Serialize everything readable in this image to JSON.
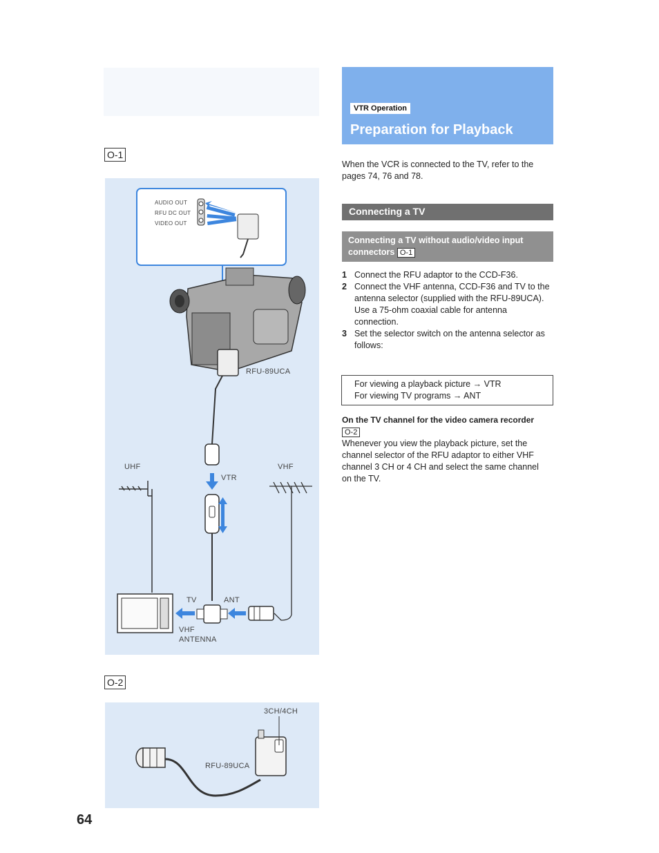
{
  "page_number": "64",
  "figures": {
    "o1_label": "O-1",
    "o2_label": "O-2",
    "o1": {
      "port_labels": [
        "AUDIO OUT",
        "RFU DC OUT",
        "VIDEO OUT"
      ],
      "rfu_label": "RFU-89UCA",
      "uhf_label": "UHF",
      "vhf_label": "VHF",
      "vtr_label": "VTR",
      "tv_label": "TV",
      "ant_label": "ANT",
      "vhf_antenna_label_1": "VHF",
      "vhf_antenna_label_2": "ANTENNA"
    },
    "o2": {
      "channel_label": "3CH/4CH",
      "rfu_label": "RFU-89UCA"
    }
  },
  "header": {
    "tag": "VTR Operation",
    "title": "Preparation for Playback"
  },
  "intro": "When the VCR is connected to the TV, refer to the pages 74, 76 and 78.",
  "section": {
    "title": "Connecting a TV",
    "subtitle": "Connecting a TV without audio/video input connectors",
    "subtitle_ref": "O-1"
  },
  "steps": [
    {
      "num": "1",
      "text": "Connect the RFU adaptor to the CCD-F36."
    },
    {
      "num": "2",
      "text": "Connect the VHF antenna, CCD-F36 and TV to the antenna selector (supplied with the RFU-89UCA).",
      "note": "Use a 75-ohm coaxial cable for antenna connection."
    },
    {
      "num": "3",
      "text": "Set the selector switch on the antenna selector as follows:"
    }
  ],
  "selector_box": [
    "For viewing a playback picture → VTR",
    "For viewing TV programs → ANT"
  ],
  "channel_section": {
    "heading": "On the TV channel for the video camera recorder",
    "ref": "O-2",
    "text": "Whenever you view the playback picture, set the channel selector of the RFU adaptor to either VHF channel 3 CH or 4 CH and select the same channel on the TV."
  },
  "colors": {
    "header_bg": "#7fb0ec",
    "panel_bg": "#dde9f7",
    "accent_blue": "#3d86de",
    "bar_dark": "#707070",
    "bar_light": "#909090"
  }
}
